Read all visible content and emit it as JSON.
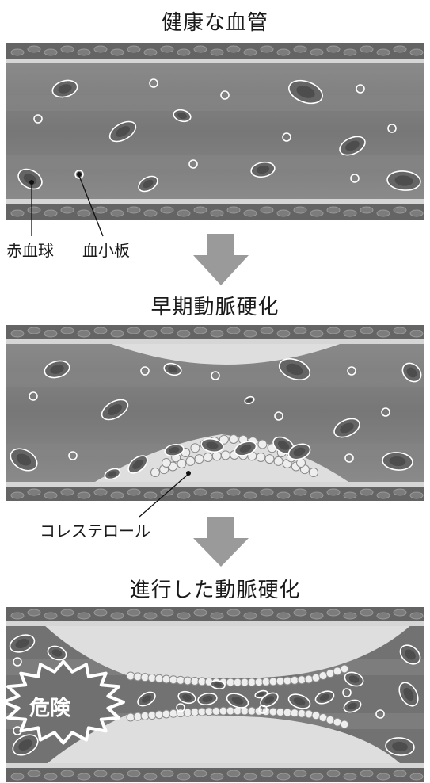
{
  "titles": {
    "healthy": "健康な血管",
    "early": "早期動脈硬化",
    "advanced": "進行した動脈硬化"
  },
  "labels": {
    "red_blood_cell": "赤血球",
    "platelet": "血小板",
    "cholesterol": "コレステロール",
    "danger": "危険"
  },
  "colors": {
    "vessel_wall": "#6b6b6b",
    "wall_stripe": "#d6d6d6",
    "lumen": "#7d7d7d",
    "cell_fill": "#5a5a5a",
    "cell_outline": "#ffffff",
    "plaque": "#dedede",
    "arrow": "#9a9a9a"
  },
  "icons": [
    "down-arrow-icon",
    "down-arrow-icon",
    "danger-burst-icon"
  ]
}
